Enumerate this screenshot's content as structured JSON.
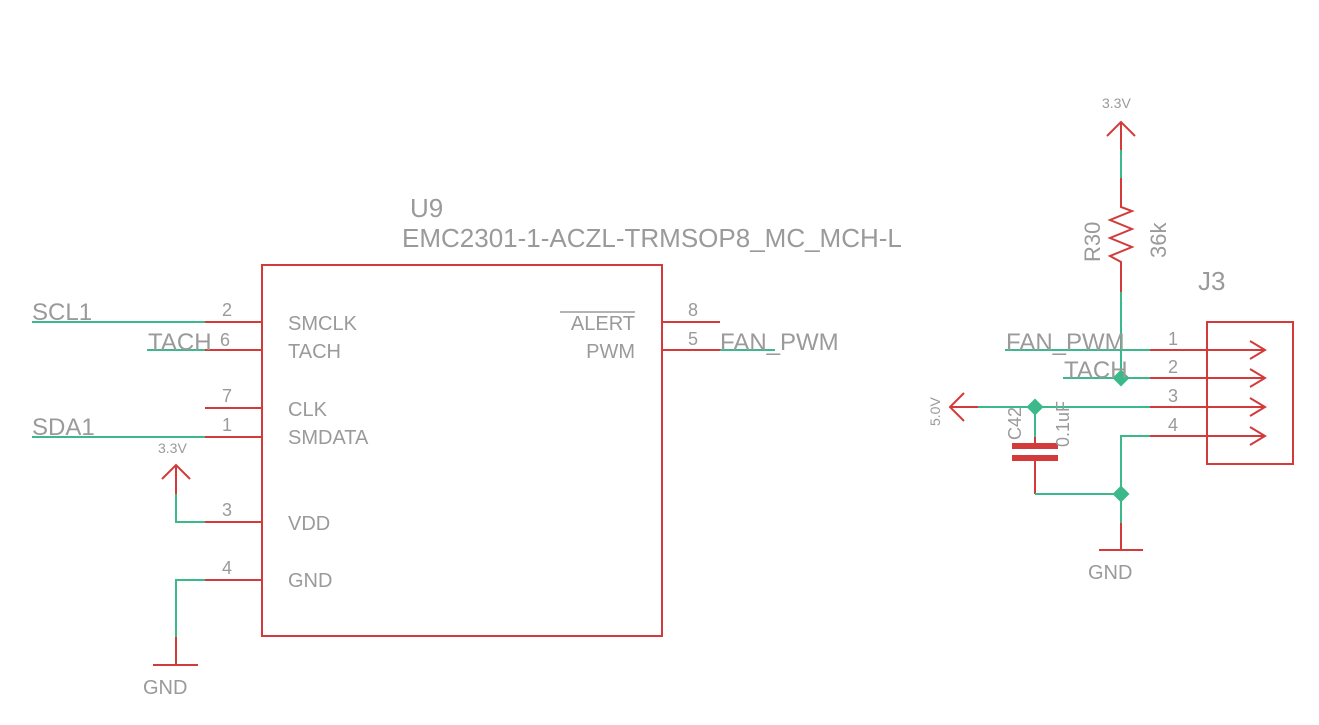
{
  "u9": {
    "name": "U9",
    "value": "EMC2301-1-ACZL-TRMSOP8_MC_MCH-L",
    "pins": [
      {
        "num": "2",
        "label": "SMCLK",
        "net": "SCL1"
      },
      {
        "num": "6",
        "label": "TACH",
        "net": "TACH"
      },
      {
        "num": "7",
        "label": "CLK"
      },
      {
        "num": "1",
        "label": "SMDATA",
        "net": "SDA1"
      },
      {
        "num": "3",
        "label": "VDD"
      },
      {
        "num": "4",
        "label": "GND"
      },
      {
        "num": "8",
        "label": "ALERT"
      },
      {
        "num": "5",
        "label": "PWM",
        "net": "FAN_PWM"
      }
    ],
    "supply": "3.3V",
    "ground": "GND"
  },
  "r30": {
    "name": "R30",
    "value": "36k",
    "supply": "3.3V"
  },
  "c42": {
    "name": "C42",
    "value": "0.1uF"
  },
  "j3": {
    "name": "J3",
    "pins": [
      {
        "num": "1",
        "net": "FAN_PWM"
      },
      {
        "num": "2",
        "net": "TACH"
      },
      {
        "num": "3"
      },
      {
        "num": "4"
      }
    ],
    "supply": "5.0V",
    "ground": "GND"
  },
  "colors": {
    "part": "#d33a3a",
    "net": "#3cb98a",
    "text": "#9a9a9a"
  }
}
